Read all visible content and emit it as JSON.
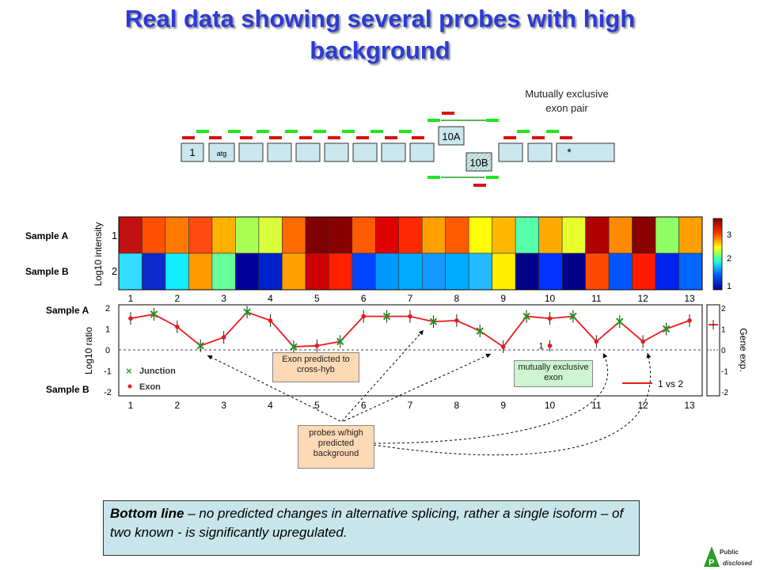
{
  "title_line1": "Real data showing several probes with high",
  "title_line2": "background",
  "gene_model": {
    "exon_first": "1",
    "exon_atg": "atg",
    "exon_10a": "10A",
    "exon_10b": "10B",
    "exon_last": "*",
    "mutually_exclusive_label_1": "Mutually exclusive",
    "mutually_exclusive_label_2": "exon pair"
  },
  "heatmap": {
    "sample_a_label": "Sample A",
    "sample_b_label": "Sample B",
    "ylabel": "Log10 intensity",
    "row_ticks": [
      "1",
      "2"
    ],
    "colorbar_ticks": [
      "3",
      "2",
      "1"
    ]
  },
  "ratio_plot": {
    "sample_a_label": "Sample A",
    "sample_b_label": "Sample B",
    "ylabel": "Log10 ratio",
    "right_label": "Gene exp.",
    "legend_junction": "Junction",
    "legend_exon": "Exon",
    "vs_label": "1 vs 2",
    "one_label": "1",
    "yticks": [
      "2",
      "1",
      "0",
      "-1",
      "-2"
    ]
  },
  "x_ticks": [
    "1",
    "2",
    "3",
    "4",
    "5",
    "6",
    "7",
    "8",
    "9",
    "10",
    "11",
    "12",
    "13"
  ],
  "annotations": {
    "cross_hyb": "Exon predicted to cross-hyb",
    "mutually_exclusive_exon": "mutually exclusive exon",
    "probes_high_bg": "probes w/high predicted background"
  },
  "bottom_line_bold": "Bottom line",
  "bottom_line_text": " – no predicted changes in alternative splicing, rather a single isoform – of two known - is significantly upregulated.",
  "logo_public": "Public",
  "logo_disclosed": "disclosed",
  "logo_letter": "P",
  "colors": {
    "title": "#2b3bd6",
    "exon_fill": "#c9e7ec",
    "probe_up": "#1ee61e",
    "probe_down": "#dd1111",
    "line": "#e81c1c"
  },
  "chart_data": {
    "type": "line",
    "x": [
      1,
      1.5,
      2,
      2.5,
      3,
      3.5,
      4,
      4.5,
      5,
      5.5,
      6,
      6.5,
      7,
      7.5,
      8,
      8.5,
      9,
      9.5,
      10,
      10.5,
      11,
      11.5,
      12,
      12.5,
      13
    ],
    "values": [
      1.5,
      1.7,
      1.1,
      0.2,
      0.6,
      1.8,
      1.4,
      0.15,
      0.2,
      0.4,
      1.6,
      1.6,
      1.6,
      1.35,
      1.4,
      0.9,
      0.15,
      1.6,
      1.5,
      1.6,
      0.4,
      1.35,
      0.4,
      1.0,
      1.4
    ],
    "kind": [
      "exon",
      "junction",
      "exon",
      "junction",
      "exon",
      "junction",
      "exon",
      "junction",
      "exon",
      "junction",
      "exon",
      "junction",
      "exon",
      "junction",
      "exon",
      "junction",
      "exon",
      "junction",
      "exon",
      "junction",
      "exon",
      "junction",
      "exon",
      "junction",
      "exon"
    ],
    "mutually_exclusive_point": {
      "x": 10,
      "y": 0.2
    },
    "gene_exp_value": 1.2,
    "ylim": [
      -2,
      2
    ],
    "xlim": [
      1,
      13
    ],
    "heatmap_row_a": [
      "#c01010",
      "#ff5000",
      "#ff7a00",
      "#ff4a10",
      "#ffb000",
      "#aaff55",
      "#d8ff3a",
      "#ff6a00",
      "#800000",
      "#880000",
      "#ff5a00",
      "#e00000",
      "#ff2a00",
      "#ffa000",
      "#ff5a00",
      "#ffff00",
      "#ffb800",
      "#55ffaa",
      "#ffaa00",
      "#e8ff2a",
      "#b00000",
      "#ff8a00",
      "#8a0000",
      "#90ff66",
      "#ffa000"
    ],
    "heatmap_row_b": [
      "#33ddff",
      "#0a2acc",
      "#11eeff",
      "#ff9a00",
      "#66ff99",
      "#00009a",
      "#0022cc",
      "#ffa000",
      "#cc0000",
      "#ff2000",
      "#0044ff",
      "#0099ff",
      "#00aaff",
      "#1199ff",
      "#00aaff",
      "#22bbff",
      "#ffee00",
      "#000088",
      "#0033ff",
      "#00008a",
      "#ff4a00",
      "#0055ff",
      "#ff1a00",
      "#0022ee",
      "#0066ff"
    ]
  }
}
